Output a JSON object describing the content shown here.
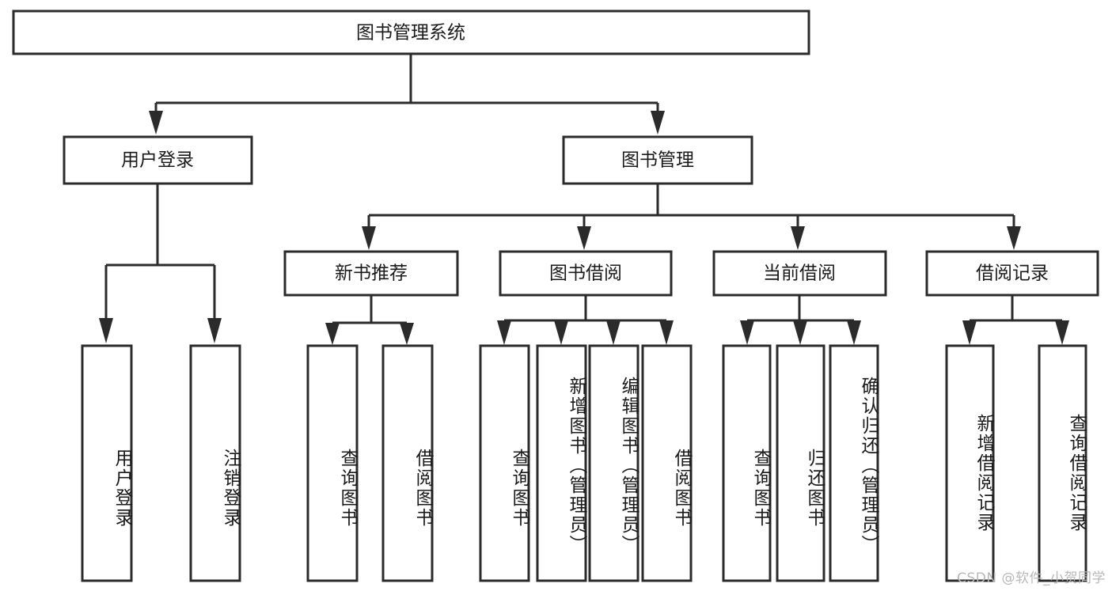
{
  "diagram": {
    "type": "tree",
    "title": "图书管理系统",
    "root": {
      "id": "root",
      "label": "图书管理系统",
      "orientation": "horizontal"
    },
    "level1": [
      {
        "id": "user-login",
        "label": "用户登录",
        "orientation": "horizontal"
      },
      {
        "id": "book-manage",
        "label": "图书管理",
        "orientation": "horizontal"
      }
    ],
    "level2": [
      {
        "id": "new-book-recommend",
        "label": "新书推荐",
        "parent": "book-manage",
        "orientation": "horizontal"
      },
      {
        "id": "book-borrow",
        "label": "图书借阅",
        "parent": "book-manage",
        "orientation": "horizontal"
      },
      {
        "id": "current-borrow",
        "label": "当前借阅",
        "parent": "book-manage",
        "orientation": "horizontal"
      },
      {
        "id": "borrow-record",
        "label": "借阅记录",
        "parent": "book-manage",
        "orientation": "horizontal"
      }
    ],
    "leaves": [
      {
        "id": "leaf-user-login",
        "label": "用户登录",
        "parent": "user-login",
        "orientation": "vertical"
      },
      {
        "id": "leaf-user-logout",
        "label": "注销登录",
        "parent": "user-login",
        "orientation": "vertical"
      },
      {
        "id": "leaf-query-book-1",
        "label": "查询图书",
        "parent": "new-book-recommend",
        "orientation": "vertical"
      },
      {
        "id": "leaf-borrow-book-1",
        "label": "借阅图书",
        "parent": "new-book-recommend",
        "orientation": "vertical"
      },
      {
        "id": "leaf-query-book-2",
        "label": "查询图书",
        "parent": "book-borrow",
        "orientation": "vertical"
      },
      {
        "id": "leaf-add-book",
        "label": "新增图书（管理员）",
        "parent": "book-borrow",
        "orientation": "vertical"
      },
      {
        "id": "leaf-edit-book",
        "label": "编辑图书（管理员）",
        "parent": "book-borrow",
        "orientation": "vertical"
      },
      {
        "id": "leaf-borrow-book-2",
        "label": "借阅图书",
        "parent": "book-borrow",
        "orientation": "vertical"
      },
      {
        "id": "leaf-query-book-3",
        "label": "查询图书",
        "parent": "current-borrow",
        "orientation": "vertical"
      },
      {
        "id": "leaf-return-book",
        "label": "归还图书",
        "parent": "current-borrow",
        "orientation": "vertical"
      },
      {
        "id": "leaf-confirm-return",
        "label": "确认归还（管理员）",
        "parent": "current-borrow",
        "orientation": "vertical"
      },
      {
        "id": "leaf-add-record",
        "label": "新增借阅记录",
        "parent": "borrow-record",
        "orientation": "vertical"
      },
      {
        "id": "leaf-query-record",
        "label": "查询借阅记录",
        "parent": "borrow-record",
        "orientation": "vertical"
      }
    ],
    "watermark": "CSDN @软件_小贺同学",
    "colors": {
      "stroke": "#2b2b2b",
      "fill": "#ffffff",
      "text": "#1a1a1a",
      "watermark": "#b8b8b8"
    }
  }
}
